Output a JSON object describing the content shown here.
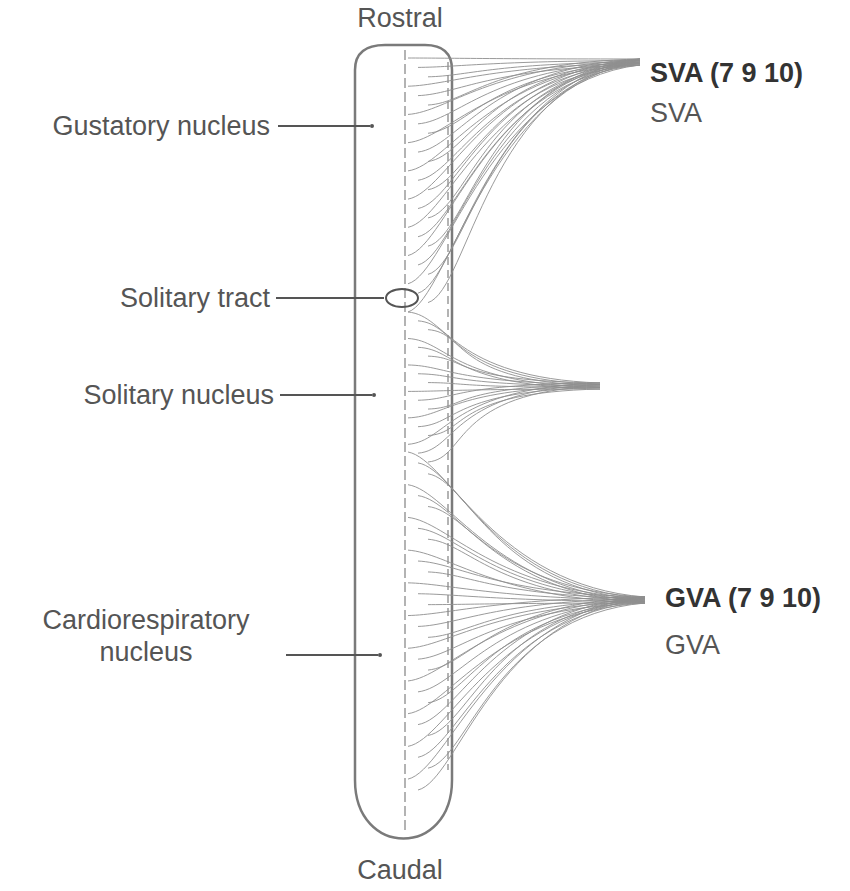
{
  "diagram": {
    "labels": [
      "Rostral",
      "Gustatory nucleus",
      "Solitary tract",
      "Solitary nucleus",
      "Cardiorespiratory nucleus",
      "Caudal",
      "SVA (7 9 10)",
      "SVA",
      "GVA (7 9 10)",
      "GVA"
    ]
  }
}
